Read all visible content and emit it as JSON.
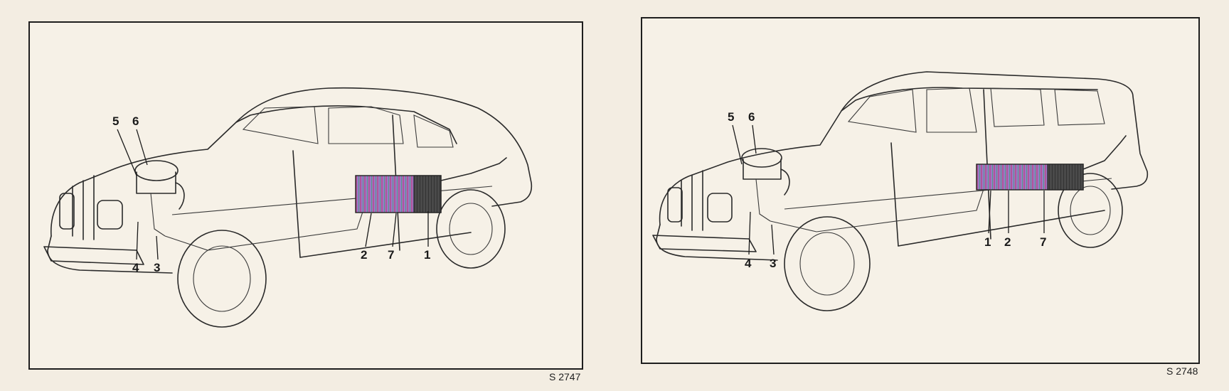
{
  "figures": [
    {
      "id": "S 2747",
      "callouts": [
        "5",
        "6",
        "4",
        "3",
        "2",
        "7",
        "1"
      ]
    },
    {
      "id": "S 2748",
      "callouts": [
        "5",
        "6",
        "4",
        "3",
        "1",
        "2",
        "7"
      ]
    }
  ],
  "colors": {
    "paper": "#f3ede2",
    "ink": "#1e1e1e",
    "hatch_a": "#7b4fb0",
    "hatch_b": "#3aa86a",
    "hatch_c": "#c0407a"
  }
}
